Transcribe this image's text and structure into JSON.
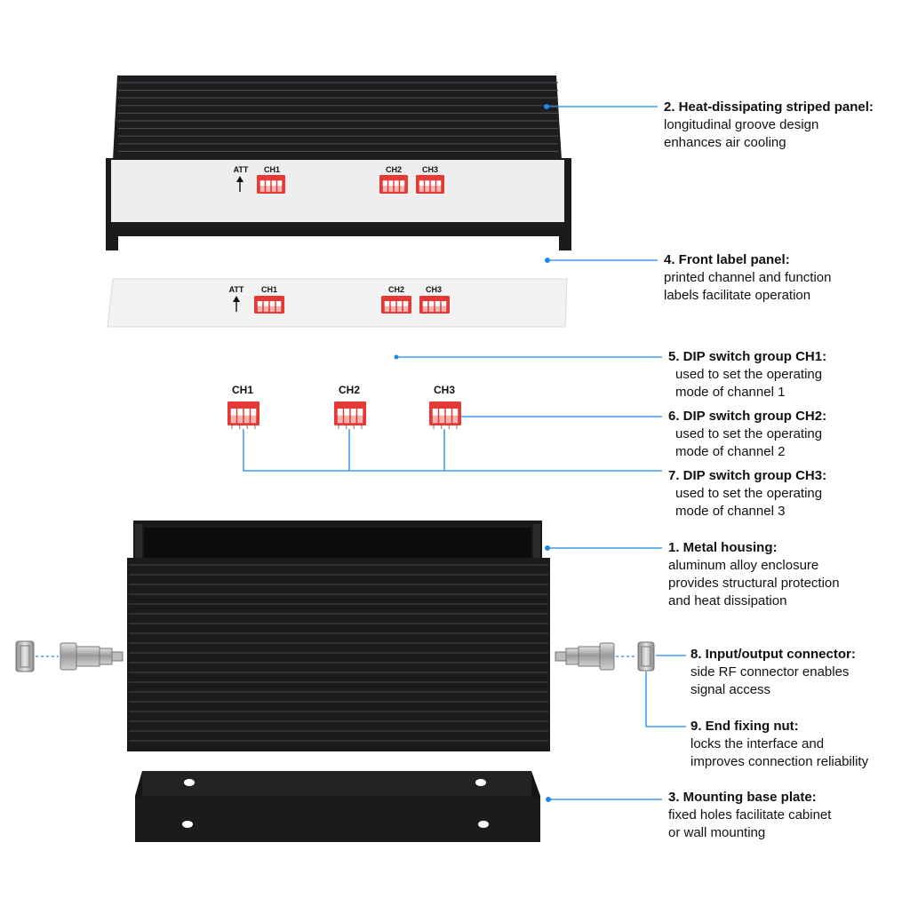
{
  "colors": {
    "accent": "#1e88e5",
    "housing": "#1b1b1d",
    "dip_switch": "#e53935",
    "label_panel": "#eeeeee"
  },
  "panel_labels": {
    "att": "ATT",
    "ch1": "CH1",
    "ch2": "CH2",
    "ch3": "CH3",
    "arrow_icon": "up-arrow-icon"
  },
  "switch_labels": [
    "CH1",
    "CH2",
    "CH3"
  ],
  "callouts": [
    {
      "id": "heat-panel",
      "title": "2. Heat-dissipating striped panel:",
      "lines": [
        "longitudinal groove design",
        "enhances air cooling"
      ]
    },
    {
      "id": "front-label",
      "title": "4. Front label panel:",
      "lines": [
        "printed channel and function",
        "labels facilitate operation"
      ]
    },
    {
      "id": "dip-ch1",
      "title": "5. DIP switch group CH1:",
      "lines": [
        "used to set the operating",
        "mode of channel 1"
      ]
    },
    {
      "id": "dip-ch2",
      "title": "6. DIP switch group CH2:",
      "lines": [
        "used to set the operating",
        "mode of channel 2"
      ]
    },
    {
      "id": "dip-ch3",
      "title": "7. DIP switch group CH3:",
      "lines": [
        "used to set the operating",
        "mode of channel 3"
      ]
    },
    {
      "id": "metal-housing",
      "title": "1. Metal housing:",
      "lines": [
        "aluminum alloy enclosure",
        "provides structural protection",
        "and heat dissipation"
      ]
    },
    {
      "id": "io-connector",
      "title": "8. Input/output connector:",
      "lines": [
        "side RF connector enables",
        "signal access"
      ]
    },
    {
      "id": "fixing-nut",
      "title": "9. End fixing nut:",
      "lines": [
        "locks the interface and",
        "improves connection reliability"
      ]
    },
    {
      "id": "base-plate",
      "title": "3. Mounting base plate:",
      "lines": [
        "fixed holes facilitate cabinet",
        "or wall mounting"
      ]
    }
  ]
}
